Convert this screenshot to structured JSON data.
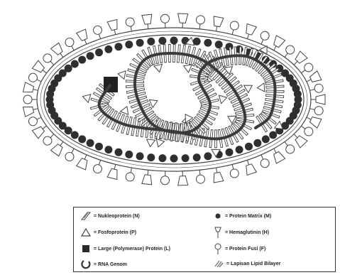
{
  "legend": {
    "nucleoprotein": "= Nukleoprotein (N)",
    "phosphoprotein": "= Fosfoprotein (P)",
    "large_protein": "= Large (Polymerase) Protein (L)",
    "rna_genome": "= RNA Genom",
    "matrix_protein": "= Protein Matrix (M)",
    "hemagglutinin": "= Hemaglutinin (H)",
    "fusion_protein": "= Protein Fusi (F)",
    "lipid_bilayer": "= Lapisan Lipid Bilayer"
  },
  "colors": {
    "outline": "#444444",
    "matrix": "#2f2f2f",
    "rna": "#3a3a3a",
    "fill": "#ffffff"
  }
}
